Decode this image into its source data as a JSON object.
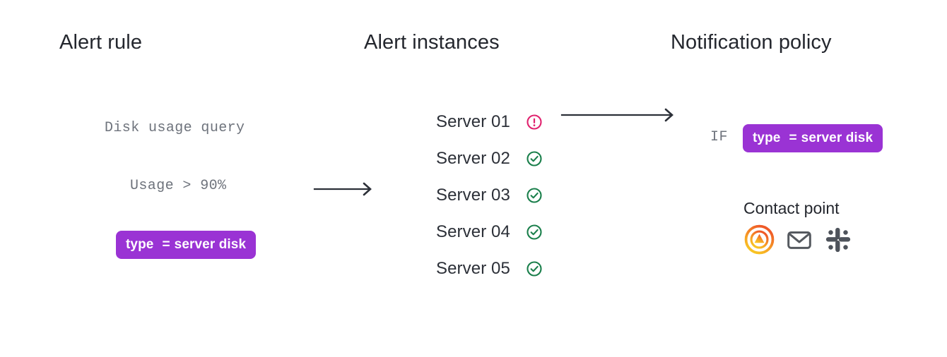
{
  "diagram": {
    "background_color": "#ffffff",
    "columns": [
      {
        "id": "alert-rule",
        "title": "Alert rule"
      },
      {
        "id": "alert-instances",
        "title": "Alert instances"
      },
      {
        "id": "notification-policy",
        "title": "Notification policy"
      }
    ]
  },
  "alert_rule": {
    "query_text": "Disk usage query",
    "condition_text": "Usage > 90%",
    "label": {
      "key": "type",
      "operator": "=",
      "value": "server disk",
      "color": "#9a33d4",
      "text_color": "#ffffff"
    }
  },
  "alert_instances": {
    "instances": [
      {
        "name": "Server 01",
        "status": "alerting",
        "status_icon": "alert-circle-icon",
        "status_color": "#e0226e"
      },
      {
        "name": "Server 02",
        "status": "normal",
        "status_icon": "check-circle-icon",
        "status_color": "#1a7f4b"
      },
      {
        "name": "Server 03",
        "status": "normal",
        "status_icon": "check-circle-icon",
        "status_color": "#1a7f4b"
      },
      {
        "name": "Server 04",
        "status": "normal",
        "status_icon": "check-circle-icon",
        "status_color": "#1a7f4b"
      },
      {
        "name": "Server 05",
        "status": "normal",
        "status_icon": "check-circle-icon",
        "status_color": "#1a7f4b"
      }
    ]
  },
  "notification_policy": {
    "if_keyword": "IF",
    "matcher": {
      "key": "type",
      "operator": "=",
      "value": "server disk",
      "color": "#9a33d4",
      "text_color": "#ffffff"
    },
    "contact_point": {
      "title": "Contact point",
      "channels": [
        {
          "name": "grafana",
          "icon": "grafana-logo-icon",
          "color": "#f05a28"
        },
        {
          "name": "email",
          "icon": "envelope-icon",
          "color": "#55595f"
        },
        {
          "name": "slack",
          "icon": "slack-logo-icon",
          "color": "#4e535b"
        }
      ]
    }
  },
  "arrows": [
    {
      "id": "rule-to-instances",
      "label": "",
      "color": "#2c3038"
    },
    {
      "id": "instance-to-policy",
      "label": "",
      "color": "#2c3038"
    }
  ]
}
